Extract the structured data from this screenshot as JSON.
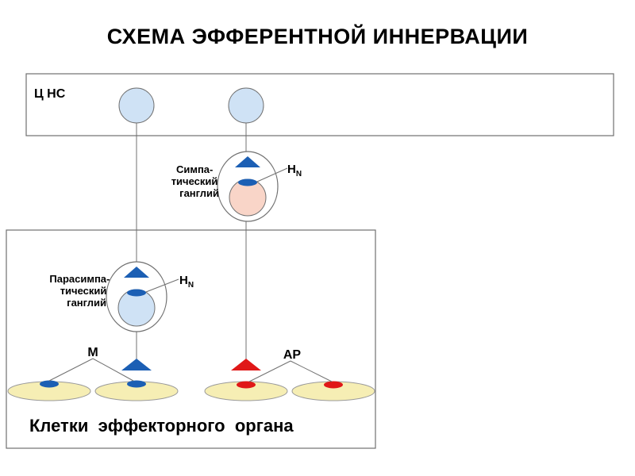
{
  "title": "СХЕМА   ЭФФЕРЕНТНОЙ   ИННЕРВАЦИИ",
  "cns_label": "Ц НС",
  "sympathetic_ganglion": {
    "line1": "Симпа-",
    "line2": "тический",
    "line3": "ганглий",
    "receptor": "H",
    "receptor_sub": "N"
  },
  "parasympathetic_ganglion": {
    "line1": "Парасимпа-",
    "line2": "тический",
    "line3": "ганглий",
    "receptor": "H",
    "receptor_sub": "N"
  },
  "left_receptor_label": "М",
  "right_receptor_label": "АР",
  "organ_label": "Клетки  эффекторного  органа",
  "colors": {
    "neuron_body": "#cfe2f5",
    "sympathetic_post_body": "#f9d5c8",
    "cell_fill": "#f6eeb4",
    "blue_mark": "#1c5fb4",
    "red_mark": "#e01818",
    "line": "#707070"
  }
}
